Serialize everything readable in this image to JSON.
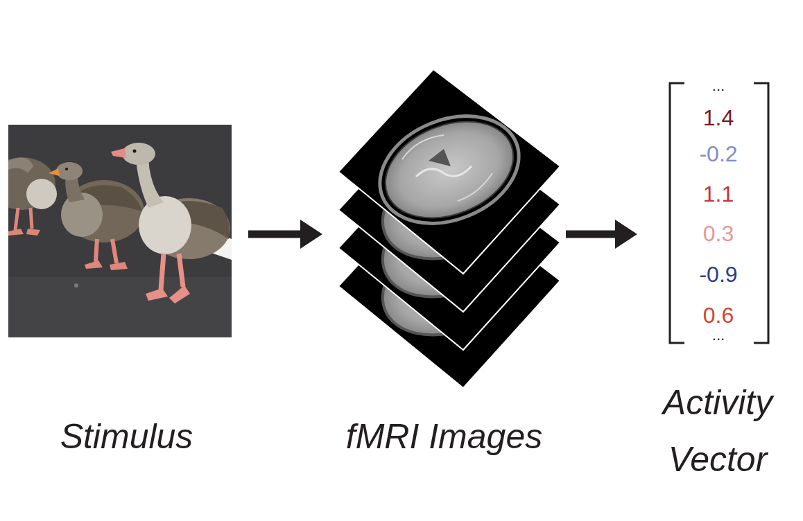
{
  "diagram": {
    "nodes": [
      {
        "text": [
          "Stimulus"
        ]
      },
      {
        "text": [
          "fMRI Images"
        ]
      },
      {
        "text": [
          "Activity Vector"
        ]
      }
    ],
    "edges": [
      {
        "from": 0,
        "to": 1,
        "arrow": "to"
      },
      {
        "from": 1,
        "to": 2,
        "arrow": "to"
      }
    ],
    "labels": [
      "...",
      "1.4",
      "-0.2",
      "1.1",
      "0.3",
      "-0.9",
      "0.6",
      "..."
    ]
  }
}
